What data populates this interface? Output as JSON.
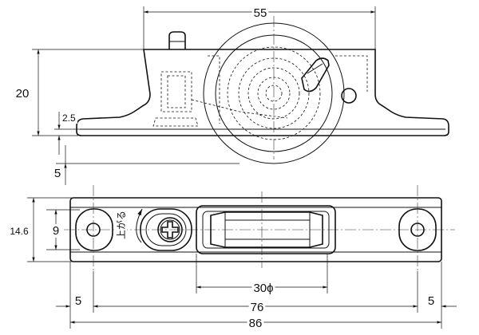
{
  "dimensions": {
    "top_width": "55",
    "height": "20",
    "flange_thickness": "2.5",
    "wheel_drop": "5",
    "plate_height": "14.6",
    "slot_height": "9",
    "wheel_diameter": "30ϕ",
    "left_margin": "5",
    "hole_pitch": "76",
    "right_margin": "5",
    "overall_length": "86"
  },
  "annotations": {
    "adjust_up": "上がる"
  }
}
